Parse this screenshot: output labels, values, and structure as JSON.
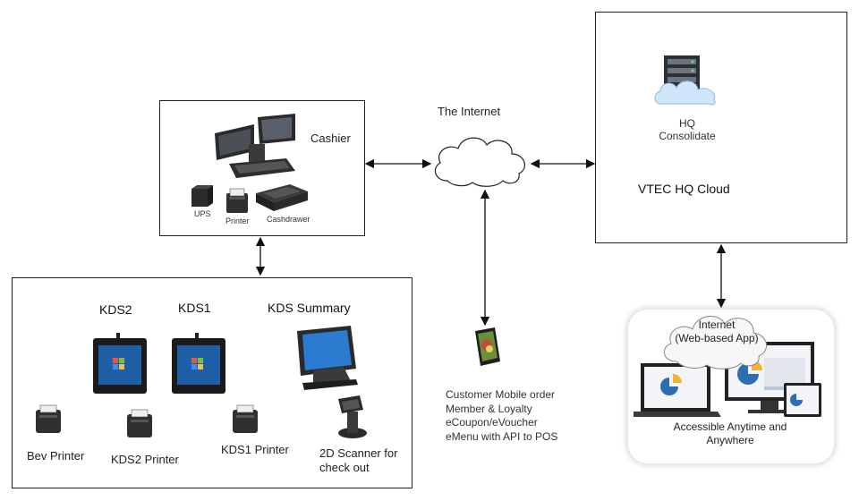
{
  "internet_label": "The Internet",
  "cashier": {
    "title": "Cashier",
    "ups_label": "UPS",
    "printer_label": "Printer",
    "cashdrawer_label": "Cashdrawer"
  },
  "hq": {
    "consolidate_line1": "HQ",
    "consolidate_line2": "Consolidate",
    "cloud_title": "VTEC HQ Cloud"
  },
  "kds": {
    "kds2": "KDS2",
    "kds1": "KDS1",
    "summary": "KDS Summary",
    "bev_printer": "Bev Printer",
    "kds2_printer": "KDS2 Printer",
    "kds1_printer": "KDS1 Printer",
    "scanner_line1": "2D Scanner for",
    "scanner_line2": "check out"
  },
  "mobile": {
    "line1": "Customer Mobile order",
    "line2": "Member & Loyalty",
    "line3": "eCoupon/eVoucher",
    "line4": "eMenu with API to POS"
  },
  "web": {
    "cloud_line1": "Internet",
    "cloud_line2": "(Web-based App)",
    "caption_line1": "Accessible Anytime and",
    "caption_line2": "Anywhere"
  }
}
